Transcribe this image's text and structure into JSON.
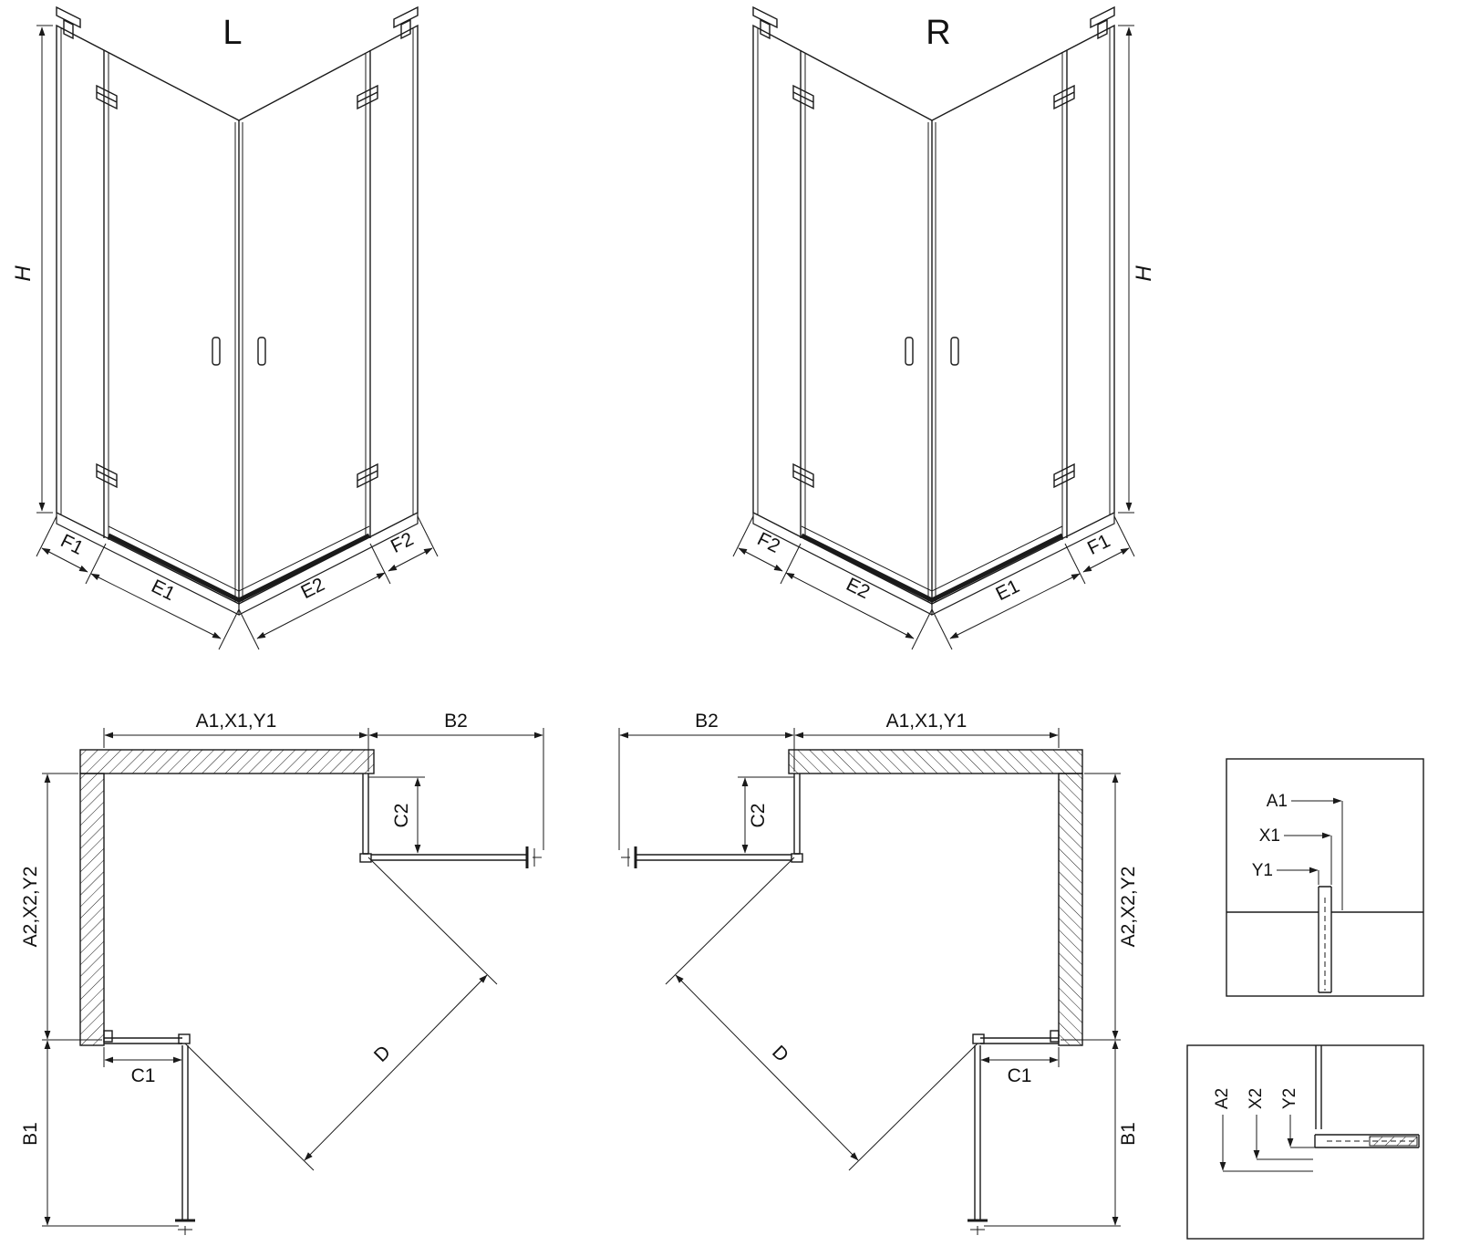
{
  "page": {
    "background": "#ffffff",
    "ink": "#1a1a1a"
  },
  "iso_left": {
    "title": "L",
    "h": "H",
    "f1": "F1",
    "e1": "E1",
    "e2": "E2",
    "f2": "F2"
  },
  "iso_right": {
    "title": "R",
    "h": "H",
    "f1": "F1",
    "e1": "E1",
    "e2": "E2",
    "f2": "F2"
  },
  "plan_left": {
    "width_top": "A1,X1,Y1",
    "door_top": "B2",
    "fixed_top": "C2",
    "width_side": "A2,X2,Y2",
    "fixed_bottom": "C1",
    "door_bottom": "B1",
    "diagonal": "D"
  },
  "plan_right": {
    "width_top": "A1,X1,Y1",
    "door_top": "B2",
    "fixed_top": "C2",
    "width_side": "A2,X2,Y2",
    "fixed_bottom": "C1",
    "door_bottom": "B1",
    "diagonal": "D"
  },
  "detail_top": {
    "a1": "A1",
    "x1": "X1",
    "y1": "Y1"
  },
  "detail_bottom": {
    "a2": "A2",
    "x2": "X2",
    "y2": "Y2"
  }
}
